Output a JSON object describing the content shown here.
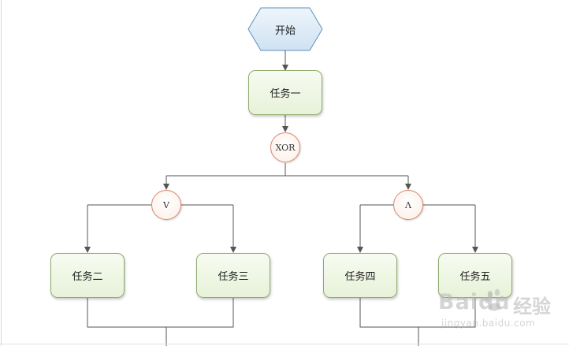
{
  "flowchart": {
    "start": {
      "label": "开始"
    },
    "task1": {
      "label": "任务一"
    },
    "gate_xor": {
      "label": "XOR"
    },
    "gate_or": {
      "label": "V"
    },
    "gate_and": {
      "label": "Λ"
    },
    "task2": {
      "label": "任务二"
    },
    "task3": {
      "label": "任务三"
    },
    "task4": {
      "label": "任务四"
    },
    "task5": {
      "label": "任务五"
    }
  },
  "watermark": {
    "brand": "Baidu",
    "brand_cn": "经验",
    "url": "jingyan.baidu.com"
  },
  "colors": {
    "start_fill": "#dbeaf6",
    "start_stroke": "#5b8fc0",
    "task_stroke": "#8faa6e",
    "gate_stroke": "#d9896f",
    "connector": "#555555"
  }
}
